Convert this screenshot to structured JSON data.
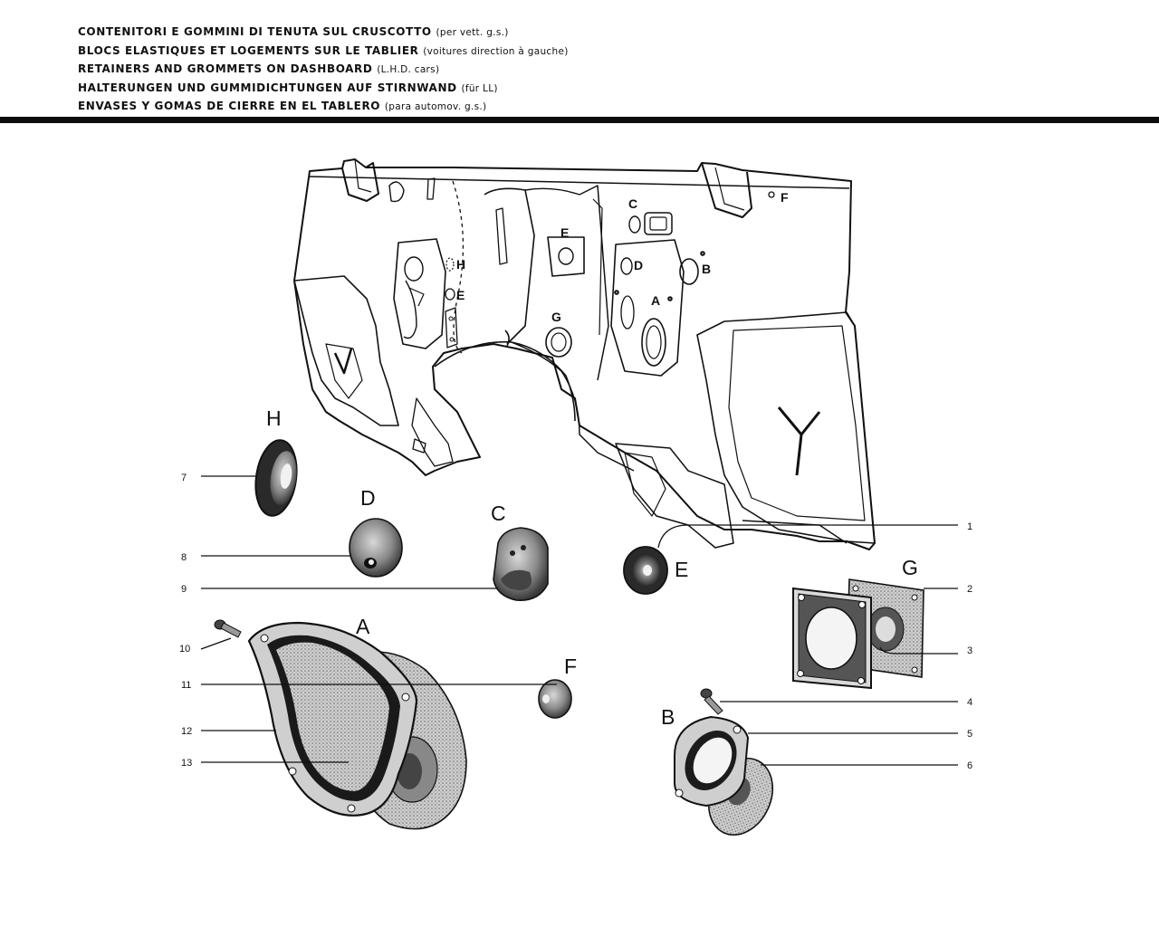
{
  "header": {
    "lines": [
      {
        "main": "CONTENITORI E GOMMINI DI TENUTA SUL CRUSCOTTO",
        "sub": "(per vett. g.s.)"
      },
      {
        "main": "BLOCS ELASTIQUES ET LOGEMENTS SUR LE TABLIER",
        "sub": "(voitures direction à gauche)"
      },
      {
        "main": "RETAINERS AND GROMMETS ON DASHBOARD",
        "sub": "(L.H.D. cars)"
      },
      {
        "main": "HALTERUNGEN UND GUMMIDICHTUNGEN AUF STIRNWAND",
        "sub": "(für LL)"
      },
      {
        "main": "ENVASES Y GOMAS DE CIERRE EN EL TABLERO",
        "sub": "(para automov. g.s.)"
      }
    ]
  },
  "panel_labels": {
    "C": "C",
    "F": "F",
    "E1": "E",
    "D": "D",
    "B": "B",
    "A": "A",
    "G": "G",
    "H": "H",
    "E2": "E"
  },
  "part_letters": {
    "H": "H",
    "D": "D",
    "C": "C",
    "E": "E",
    "G": "G",
    "A": "A",
    "F": "F",
    "B": "B"
  },
  "callouts": {
    "n1": "1",
    "n2": "2",
    "n3": "3",
    "n4": "4",
    "n5": "5",
    "n6": "6",
    "n7": "7",
    "n8": "8",
    "n9": "9",
    "n10": "10",
    "n11": "11",
    "n12": "12",
    "n13": "13"
  }
}
